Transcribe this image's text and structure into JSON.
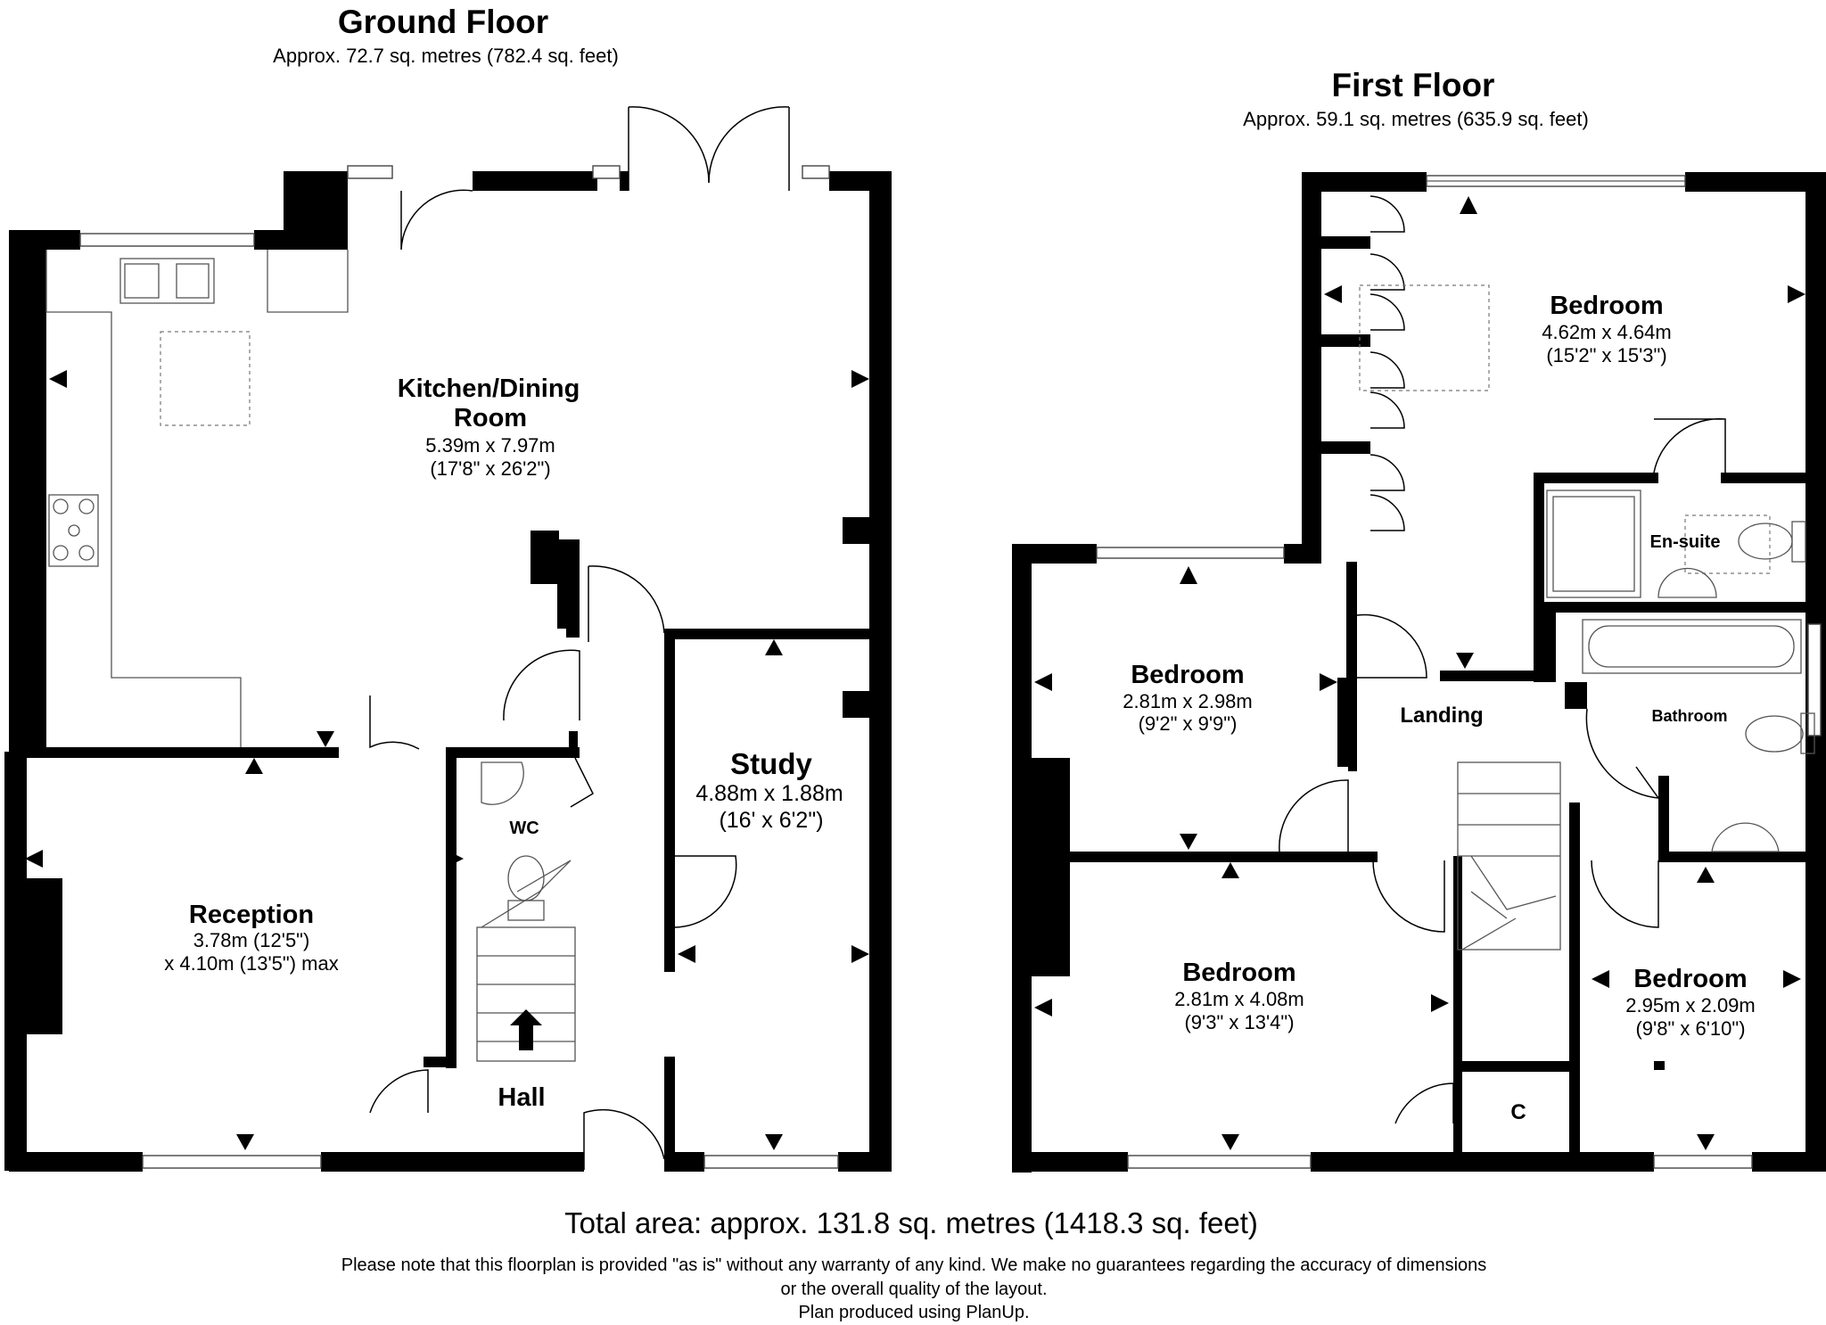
{
  "ground_floor": {
    "title": "Ground Floor",
    "area": "Approx. 72.7 sq. metres (782.4 sq. feet)",
    "rooms": [
      {
        "name_lines": [
          "Kitchen/Dining",
          "Room"
        ],
        "dims": [
          "5.39m x 7.97m",
          "(17'8\" x 26'2\")"
        ]
      },
      {
        "name_lines": [
          "Study"
        ],
        "dims": [
          "4.88m x 1.88m",
          "(16' x 6'2\")"
        ]
      },
      {
        "name_lines": [
          "Reception"
        ],
        "dims": [
          "3.78m (12'5\")",
          "x 4.10m (13'5\") max"
        ]
      },
      {
        "name_lines": [
          "WC"
        ],
        "dims": []
      },
      {
        "name_lines": [
          "Hall"
        ],
        "dims": []
      }
    ]
  },
  "first_floor": {
    "title": "First Floor",
    "area": "Approx. 59.1 sq. metres (635.9 sq. feet)",
    "rooms": [
      {
        "name_lines": [
          "Bedroom"
        ],
        "dims": [
          "4.62m x 4.64m",
          "(15'2\" x 15'3\")"
        ]
      },
      {
        "name_lines": [
          "En-suite"
        ],
        "dims": []
      },
      {
        "name_lines": [
          "Bathroom"
        ],
        "dims": []
      },
      {
        "name_lines": [
          "Bedroom"
        ],
        "dims": [
          "2.81m x 2.98m",
          "(9'2\" x 9'9\")"
        ]
      },
      {
        "name_lines": [
          "Landing"
        ],
        "dims": []
      },
      {
        "name_lines": [
          "Bedroom"
        ],
        "dims": [
          "2.81m x 4.08m",
          "(9'3\" x 13'4\")"
        ]
      },
      {
        "name_lines": [
          "Bedroom"
        ],
        "dims": [
          "2.95m x 2.09m",
          "(9'8\" x 6'10\")"
        ]
      },
      {
        "name_lines": [
          "C"
        ],
        "dims": []
      }
    ]
  },
  "total_area": "Total area: approx. 131.8 sq. metres (1418.3 sq. feet)",
  "notes": [
    "Please note that this floorplan is provided \"as is\" without any warranty of any kind. We make no guarantees regarding the accuracy of dimensions",
    "or the overall quality of the layout.",
    "Plan produced using PlanUp."
  ]
}
